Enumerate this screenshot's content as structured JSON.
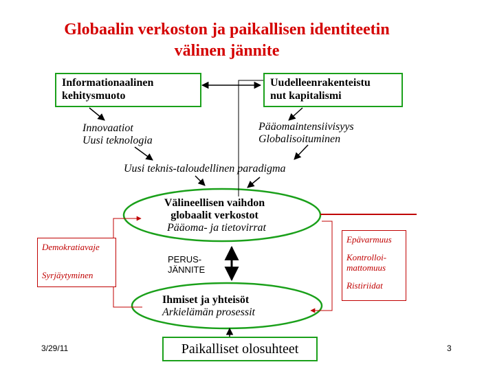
{
  "title_line1": "Globaalin verkoston ja paikallisen identiteetin",
  "title_line2": "välinen jännite",
  "box_left": {
    "line1": "Informationaalinen",
    "line2": "kehitysmuoto"
  },
  "box_right": {
    "line1": "Uudelleenrakenteistu",
    "line2": "nut kapitalismi"
  },
  "left_items": [
    "Innovaatiot",
    "Uusi teknologia"
  ],
  "right_items": [
    "Pääomaintensiivisyys",
    "Globalisoituminen"
  ],
  "paradigm": "Uusi teknis-taloudellinen paradigma",
  "top_ellipse": {
    "line1": "Välineellisen vaihdon",
    "line2": "globaalit verkostot",
    "line3": "Pääoma- ja tietovirrat"
  },
  "tension_label": {
    "line1": "PERUS-",
    "line2": "JÄNNITE"
  },
  "bottom_ellipse": {
    "line1": "Ihmiset ja yhteisöt",
    "line2": "Arkielämän prosessit"
  },
  "left_red_box": [
    "Demokratiavaje",
    "Syrjäytyminen"
  ],
  "right_red_box": [
    "Epävarmuus",
    "Kontrolloi-",
    "mattomuus",
    "Ristiriidat"
  ],
  "bottom_box": "Paikalliset olosuhteet",
  "footer_date": "3/29/11",
  "page_number": "3",
  "colors": {
    "title": "#d40000",
    "box_border": "#1aa01a",
    "red_lines": "#c00000"
  }
}
